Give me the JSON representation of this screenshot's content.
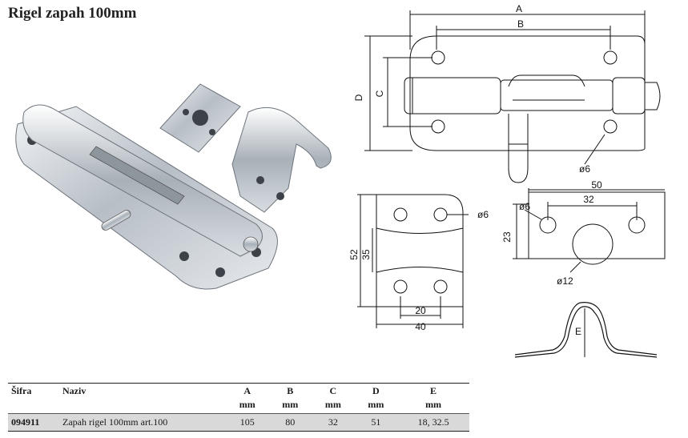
{
  "title": "Rigel zapah 100mm",
  "drawing_labels": {
    "A": "A",
    "B": "B",
    "C": "C",
    "D": "D",
    "hole_main": "ø6",
    "plate1_hole": "ø6",
    "plate1_h_outer": "52",
    "plate1_h_inner": "35",
    "plate1_w_inner": "20",
    "plate1_w_outer": "40",
    "plate2_hole": "ø6",
    "plate2_w_outer": "50",
    "plate2_w_inner": "32",
    "plate2_h": "23",
    "plate2_center_hole": "ø12",
    "profile_E": "E"
  },
  "table": {
    "headers": [
      "Šifra",
      "Naziv",
      "A",
      "B",
      "C",
      "D",
      "E"
    ],
    "units": [
      "",
      "",
      "mm",
      "mm",
      "mm",
      "mm",
      "mm"
    ],
    "rows": [
      [
        "094911",
        "Zapah rigel 100mm art.100",
        "105",
        "80",
        "32",
        "51",
        "18, 32.5"
      ]
    ]
  }
}
